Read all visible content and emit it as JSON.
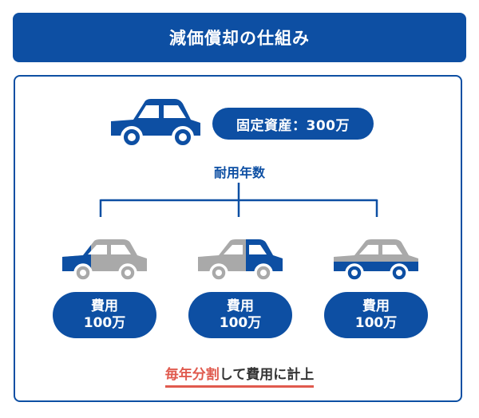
{
  "title": "減価償却の仕組み",
  "asset_label": "固定資産：300万",
  "life_label": "耐用年数",
  "costs": [
    {
      "line1": "費用",
      "line2": "100万"
    },
    {
      "line1": "費用",
      "line2": "100万"
    },
    {
      "line1": "費用",
      "line2": "100万"
    }
  ],
  "footer": {
    "accent": "毎年分割",
    "rest": "して費用に計上"
  },
  "colors": {
    "brand_blue": "#0d4fa3",
    "gray": "#a9a9a9",
    "accent_red": "#e05a4e"
  },
  "car_fill_levels": [
    0.33,
    0.67,
    1.0
  ]
}
